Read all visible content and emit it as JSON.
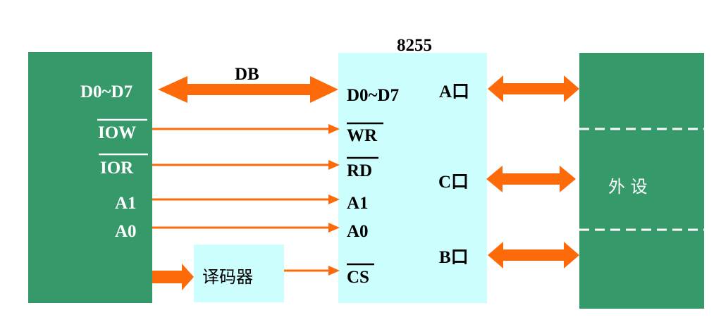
{
  "diagram": {
    "chip_title": "8255",
    "bus_label": "DB",
    "cpu_pins": {
      "data": "D0~D7",
      "iow": "IOW",
      "ior": "IOR",
      "a1": "A1",
      "a0": "A0"
    },
    "chip_pins": {
      "data": "D0~D7",
      "wr": "WR",
      "rd": "RD",
      "a1": "A1",
      "a0": "A0",
      "cs": "CS"
    },
    "ports": {
      "a": "A口",
      "c": "C口",
      "b": "B口"
    },
    "decoder_label": "译码器",
    "peripheral_label": "外 设",
    "colors": {
      "cpu_block": "#35996a",
      "chip_block": "#ccfefe",
      "decoder_block": "#ccfefe",
      "peripheral_block": "#35996a",
      "arrow": "#fc6a0a"
    }
  }
}
